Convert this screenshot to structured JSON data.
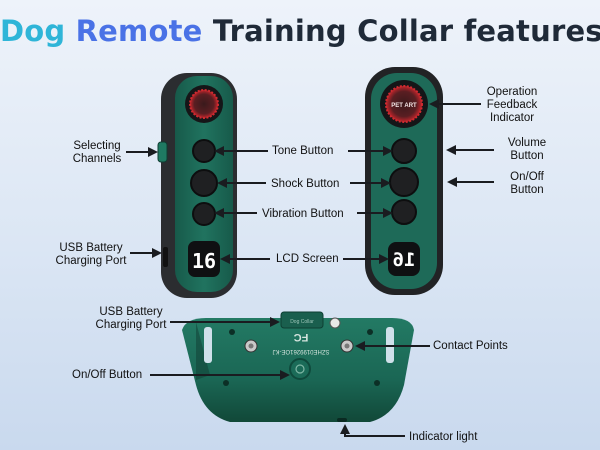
{
  "title": {
    "part1": "Dog",
    "part2": "Remote",
    "part3": "Training Collar features"
  },
  "remote_front": {
    "lcd_value": "16",
    "colors": {
      "body": "#1e6a58",
      "shell": "#2b2d30",
      "lcd": "#0f1012",
      "red_ring": "#c4262c"
    }
  },
  "remote_back": {
    "badge_text": "PET ART",
    "colors": {
      "body": "#1e6a58",
      "border": "#222325"
    }
  },
  "collar_receiver": {
    "top_tab_text": "Dog Collar",
    "serial_text": "SZHE0199261OE-KJ",
    "certification_mark": "FC",
    "colors": {
      "body": "#1d6e5a",
      "body_dark": "#145444"
    }
  },
  "labels": {
    "selecting_channels": [
      "Selecting",
      "Channels"
    ],
    "usb_remote": [
      "USB Battery",
      "Charging Port"
    ],
    "tone": "Tone Button",
    "shock": "Shock Button",
    "vibration": "Vibration Button",
    "lcd": "LCD Screen",
    "operation_feedback": [
      "Operation",
      "Feedback",
      "Indicator"
    ],
    "volume": [
      "Volume",
      "Button"
    ],
    "onoff_remote": [
      "On/Off",
      "Button"
    ],
    "usb_collar": [
      "USB Battery",
      "Charging Port"
    ],
    "contact_points": "Contact Points",
    "onoff_collar": "On/Off Button",
    "indicator_light": "Indicator light"
  },
  "arrow_color": "#1a1c20"
}
